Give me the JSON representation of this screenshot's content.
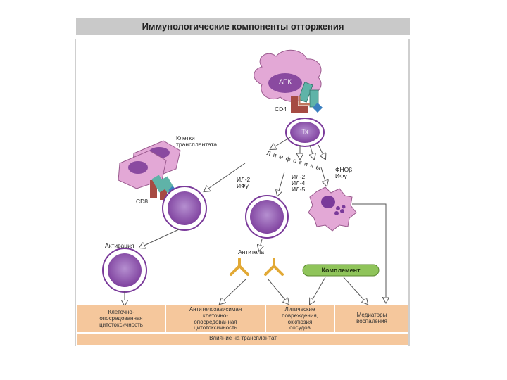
{
  "title": "Иммунологические компоненты отторжения",
  "labels": {
    "apc": "АПК",
    "cd4": "CD4",
    "th": "Тх",
    "graft_cells": [
      "Клетки",
      "трансплантата"
    ],
    "lymphokines": "Лимфокины",
    "il2_ifn": [
      "ИЛ-2",
      "ИФγ"
    ],
    "il_group": [
      "ИЛ-2",
      "ИЛ-4",
      "ИЛ-5"
    ],
    "tnf_ifn": [
      "ФНОβ",
      "ИФγ"
    ],
    "cd8": "CD8",
    "activation": "Активация",
    "antibodies": "Антитела",
    "complement": "Комплемент"
  },
  "bottom_boxes": [
    [
      "Клеточно-",
      "опосредованная",
      "цитотоксичность"
    ],
    [
      "Антителозависимая",
      "клеточно-",
      "опосредованная",
      "цитотоксичность"
    ],
    [
      "Литические",
      "повреждения,",
      "окклюзия",
      "сосудов"
    ],
    [
      "Медиаторы",
      "воспаления"
    ]
  ],
  "footer": "Влияние на трансплантат",
  "colors": {
    "cell_purple": "#7a3a9a",
    "cell_light": "#b58fd0",
    "apc_pink": "#e3a8d6",
    "receptor_red": "#a64b43",
    "receptor_teal": "#5fb3a8",
    "antibody_gold": "#e2a935",
    "complement_green": "#8fc45a",
    "box_peach": "#f5c79c",
    "header_gray": "#c9c9c9"
  }
}
